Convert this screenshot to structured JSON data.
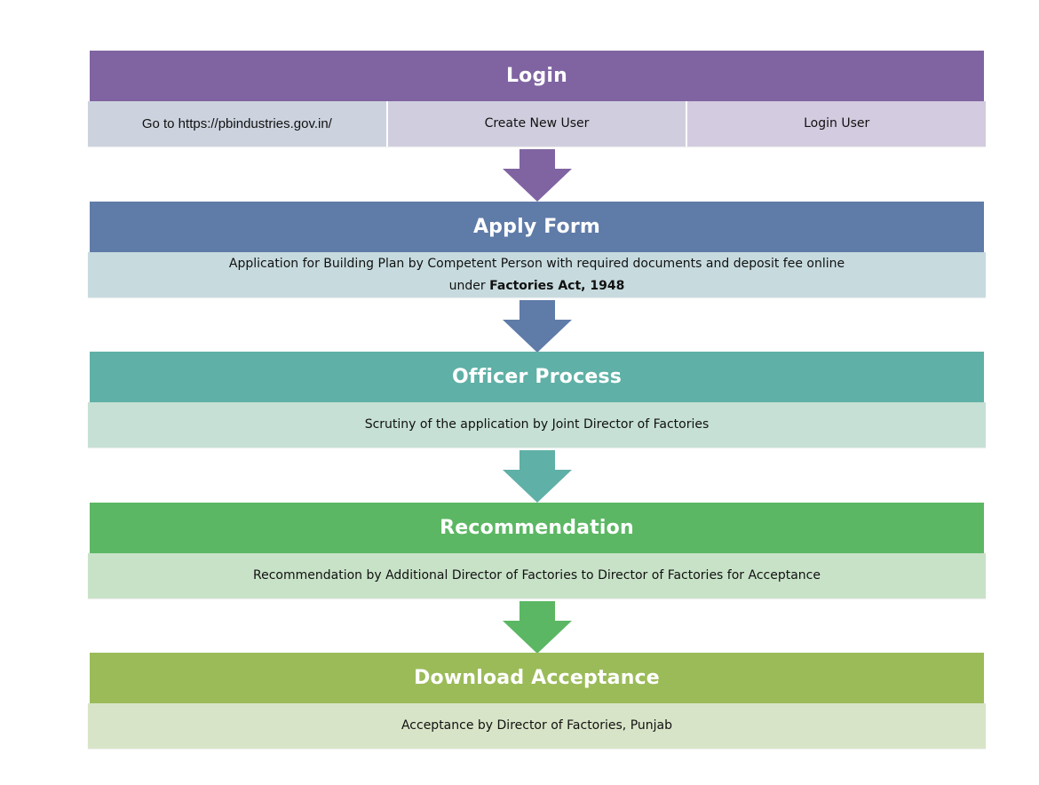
{
  "steps": [
    {
      "title": "Login",
      "header_color": "#8064a2",
      "cells": [
        {
          "text": "Go to https://pbindustries.gov.in/",
          "color": "#ccd3de"
        },
        {
          "text": "Create New User",
          "color": "#d0cede"
        },
        {
          "text": "Login User",
          "color": "#d3cbdf"
        }
      ]
    },
    {
      "title": "Apply Form",
      "header_color": "#5f7ba8",
      "body_color": "#c7dbdf",
      "line1": "Application for Building Plan by Competent Person  with required documents and deposit fee online",
      "line2_prefix": "under ",
      "line2_bold": "Factories Act, 1948"
    },
    {
      "title": "Officer Process",
      "header_color": "#5fb0a6",
      "body_color": "#c6e0d5",
      "text": "Scrutiny of the application by Joint Director of Factories"
    },
    {
      "title": "Recommendation",
      "header_color": "#5bb763",
      "body_color": "#c8e2c8",
      "text": "Recommendation by Additional Director of Factories to Director of Factories for Acceptance"
    },
    {
      "title": "Download Acceptance",
      "header_color": "#9bbb59",
      "body_color": "#d8e4c7",
      "text": "Acceptance by Director of Factories, Punjab"
    }
  ],
  "arrows": [
    {
      "color": "#8064a2"
    },
    {
      "color": "#5f7ba8"
    },
    {
      "color": "#5fb0a6"
    },
    {
      "color": "#5bb763"
    }
  ]
}
